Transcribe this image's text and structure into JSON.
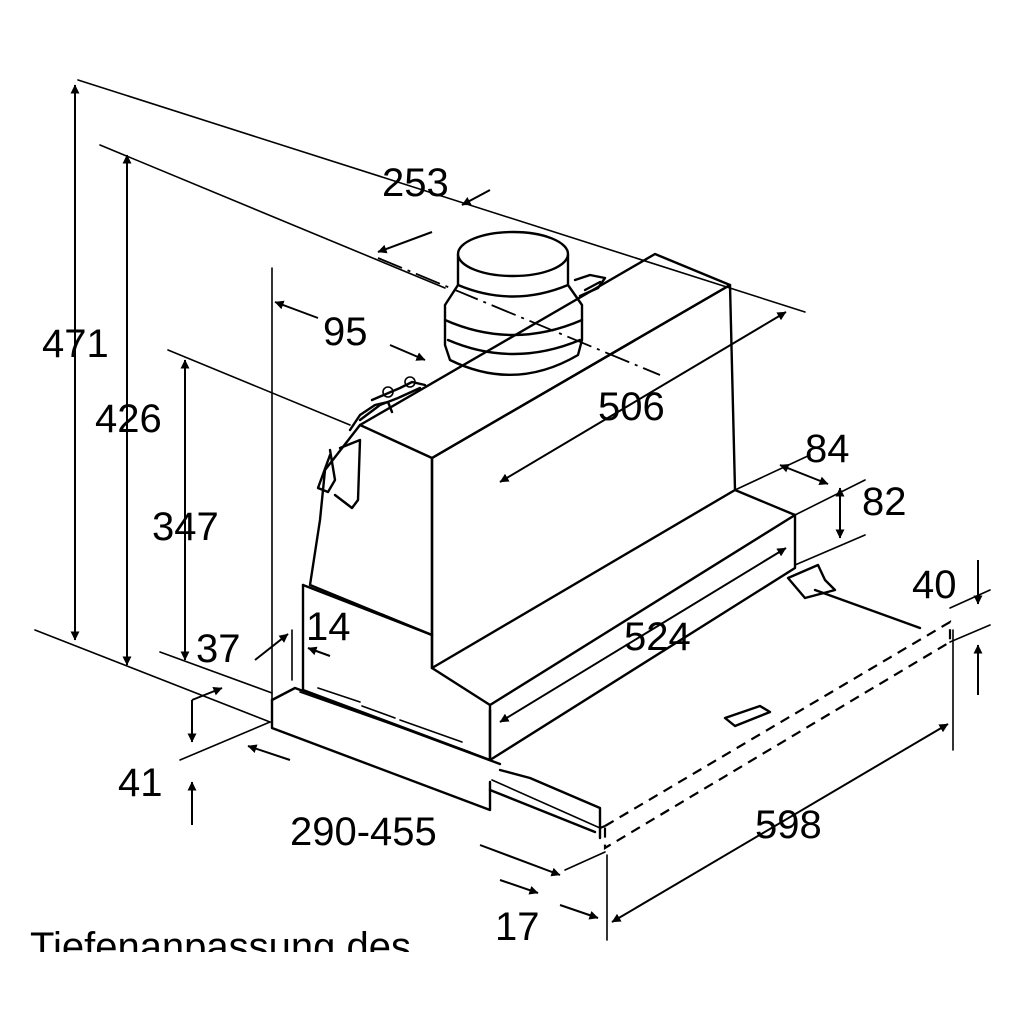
{
  "dimensions": {
    "d471": "471",
    "d426": "426",
    "d347": "347",
    "d253": "253",
    "d95": "95",
    "d506": "506",
    "d84": "84",
    "d82": "82",
    "d40": "40",
    "d14": "14",
    "d37": "37",
    "d524": "524",
    "d41": "41",
    "d290_455": "290-455",
    "d598": "598",
    "d17": "17"
  },
  "caption": "Tiefenanpassung des"
}
